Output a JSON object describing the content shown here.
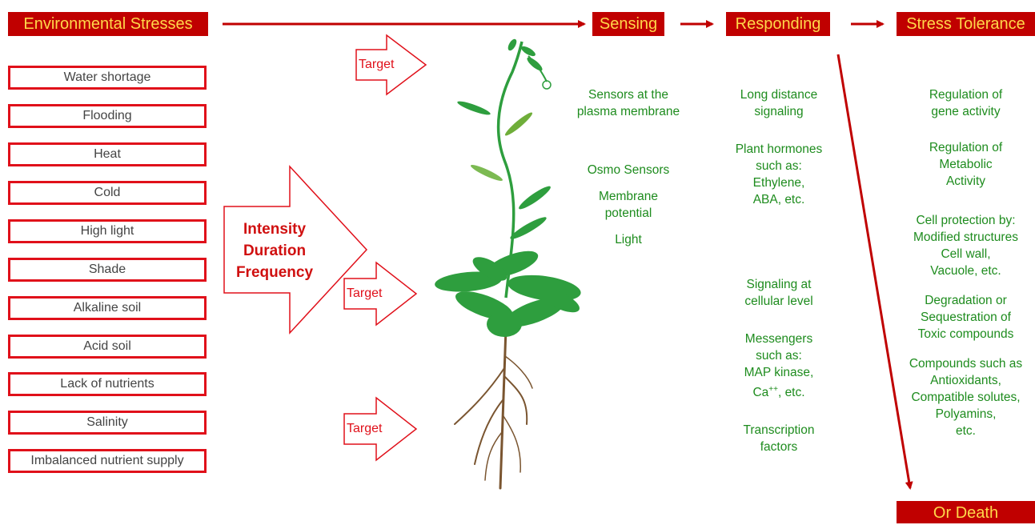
{
  "colors": {
    "header_bg": "#c00000",
    "header_text": "#ffd84a",
    "accent_red": "#e0101a",
    "text_green": "#1e8c1e",
    "plant_green": "#2e9e3e",
    "root_brown": "#7a5530"
  },
  "headers": {
    "environmental_stresses": "Environmental Stresses",
    "sensing": "Sensing",
    "responding": "Responding",
    "stress_tolerance": "Stress Tolerance",
    "or_death": "Or Death"
  },
  "stresses": [
    "Water shortage",
    "Flooding",
    "Heat",
    "Cold",
    "High light",
    "Shade",
    "Alkaline soil",
    "Acid soil",
    "Lack of nutrients",
    "Salinity",
    "Imbalanced nutrient supply"
  ],
  "factors": {
    "intensity": "Intensity",
    "duration": "Duration",
    "frequency": "Frequency"
  },
  "targets": [
    "Target",
    "Target",
    "Target"
  ],
  "sensing": {
    "sensors": [
      "Sensors at the",
      "plasma membrane"
    ],
    "osmo": "Osmo Sensors",
    "membrane": [
      "Membrane",
      "potential"
    ],
    "light": "Light"
  },
  "responding": {
    "long_distance": [
      "Long distance",
      "signaling"
    ],
    "hormones": [
      "Plant hormones",
      "such as:",
      "Ethylene,",
      "ABA, etc."
    ],
    "cellular": [
      "Signaling at",
      "cellular level"
    ],
    "messengers": [
      "Messengers",
      "such as:",
      "MAP kinase,",
      "Ca",
      "++",
      ", etc."
    ],
    "transcription": [
      "Transcription",
      "factors"
    ]
  },
  "tolerance": {
    "gene": [
      "Regulation of",
      "gene activity"
    ],
    "metabolic": [
      "Regulation of",
      "Metabolic",
      "Activity"
    ],
    "protection": [
      "Cell protection by:",
      "Modified structures",
      "Cell wall,",
      "Vacuole, etc."
    ],
    "degradation": [
      "Degradation or",
      "Sequestration of",
      "Toxic compounds"
    ],
    "compounds": [
      "Compounds such as",
      "Antioxidants,",
      "Compatible solutes,",
      "Polyamins,",
      "etc."
    ]
  }
}
